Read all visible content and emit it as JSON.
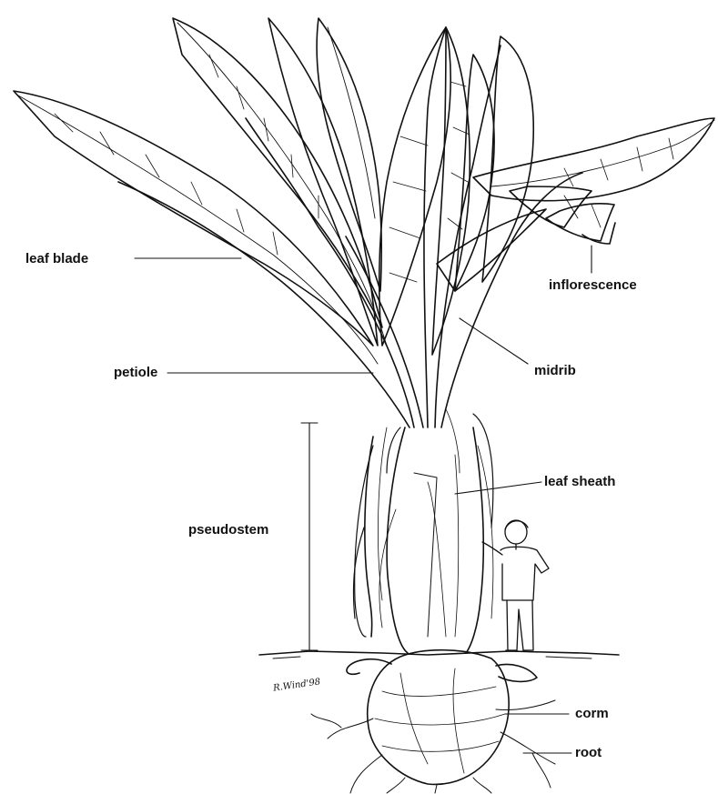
{
  "labels": {
    "leaf_blade": "leaf blade",
    "inflorescence": "inflorescence",
    "petiole": "petiole",
    "midrib": "midrib",
    "pseudostem": "pseudostem",
    "leaf_sheath": "leaf sheath",
    "corm": "corm",
    "root": "root"
  },
  "signature": "R.Wind'98",
  "colors": {
    "ink": "#111111",
    "background": "#ffffff"
  }
}
